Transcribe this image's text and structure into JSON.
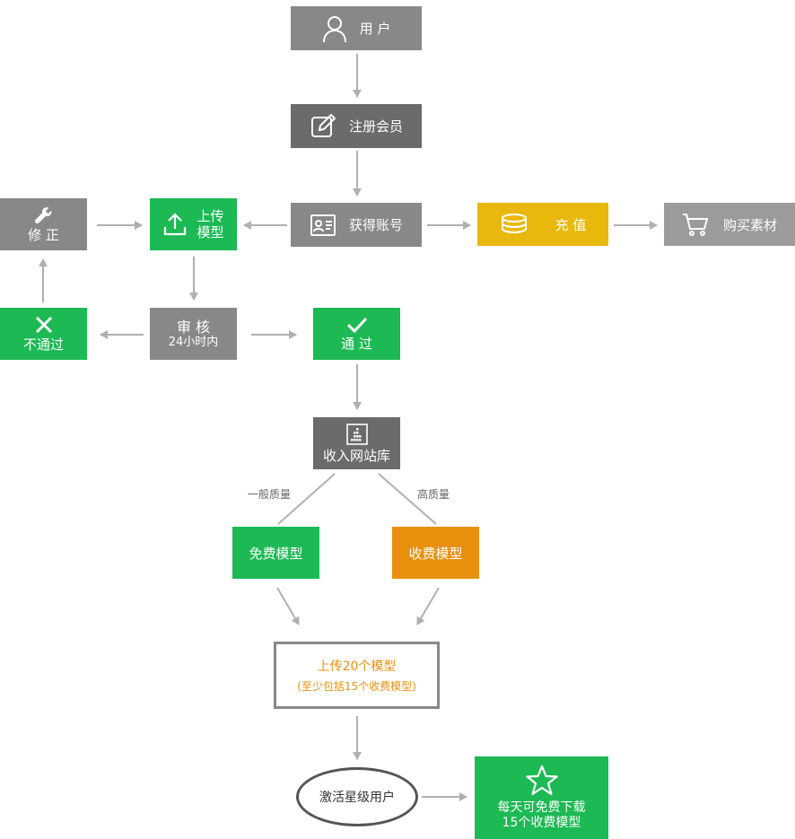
{
  "nodes": {
    "user": "用 户",
    "register": "注册会员",
    "account": "获得账号",
    "recharge": "充 值",
    "buy": "购买素材",
    "upload_top": "上传",
    "upload_bottom": "模型",
    "fix": "修 正",
    "review_top": "审 核",
    "review_bottom": "24小时内",
    "reject": "不通过",
    "pass": "通 过",
    "library": "收入网站库",
    "free_model": "免费模型",
    "paid_model": "收费模型",
    "upload20_line1": "上传20个模型",
    "upload20_line2": "(至少包括15个收费模型)",
    "star_user": "激活星级用户",
    "daily_line1": "每天可免费下载",
    "daily_line2": "15个收费模型"
  },
  "edge_labels": {
    "normal_quality": "一般质量",
    "high_quality": "高质量"
  },
  "icons": [
    "user-icon",
    "edit-icon",
    "id-card-icon",
    "coins-icon",
    "cart-icon",
    "upload-icon",
    "wrench-icon",
    "close-icon",
    "check-icon",
    "library-icon",
    "star-icon"
  ],
  "colors": {
    "gray_dark": "#6b6b6b",
    "gray_mid": "#888888",
    "green": "#1db954",
    "yellow": "#e9b80c",
    "orange": "#e8900e",
    "arrow": "#b0b0b0"
  }
}
